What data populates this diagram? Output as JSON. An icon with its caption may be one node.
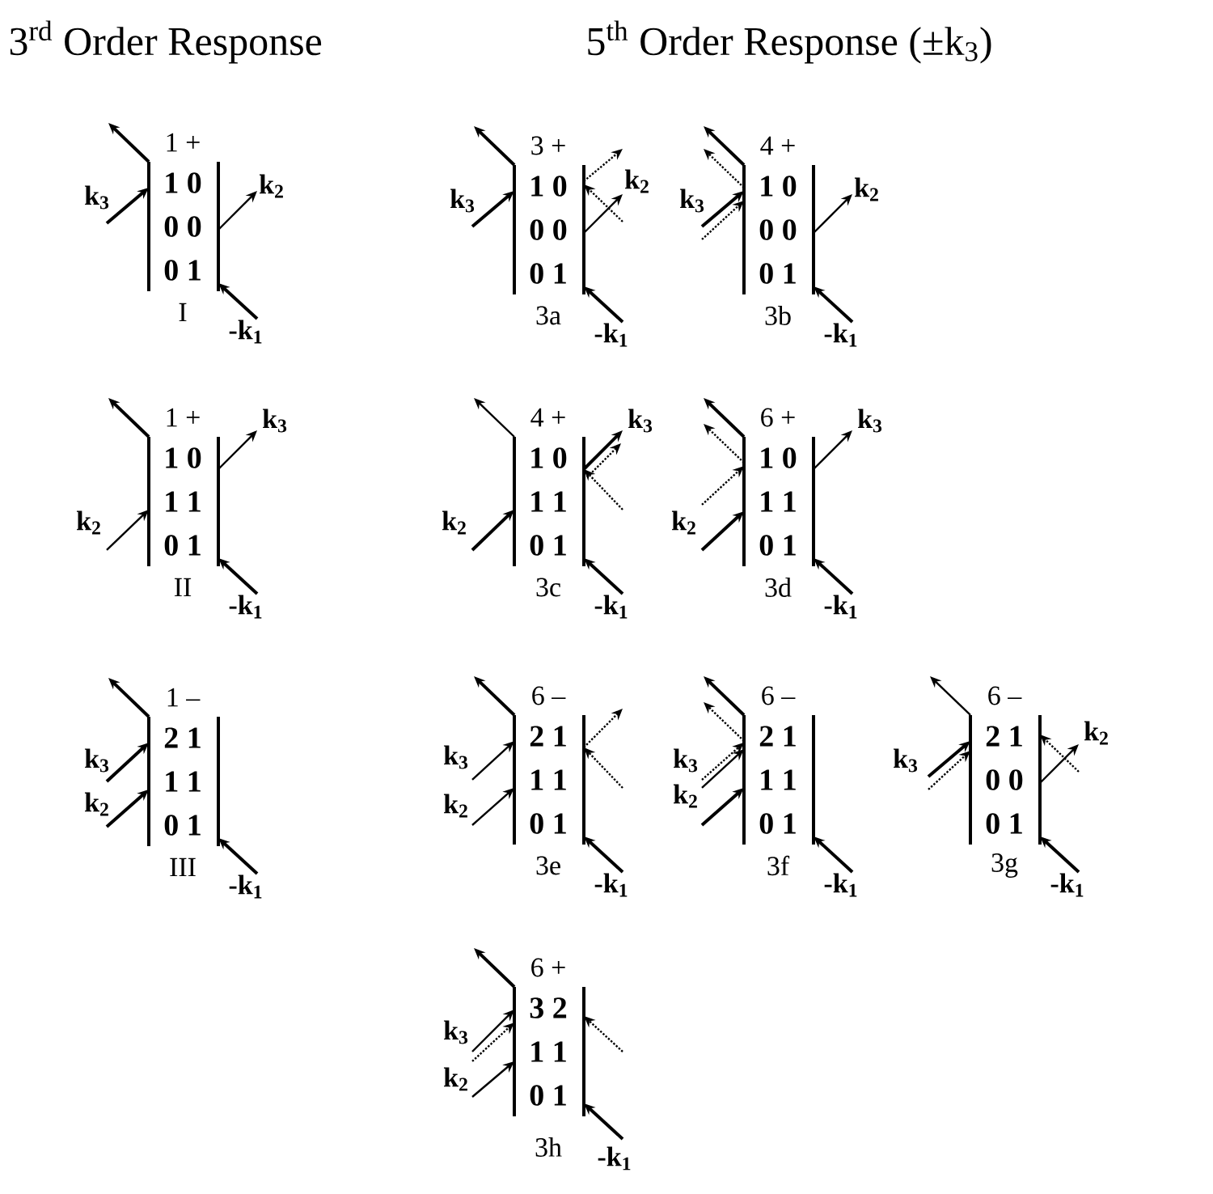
{
  "diagram": {
    "labels": [
      "3$^{rd}$ Order Response",
      "5$^{th}$ Order Response (±k$_{3}$)",
      "1 +",
      "1 0",
      "0 0",
      "0 1",
      "k$_{3}$",
      "k$_{2}$",
      "I",
      "-k$_{1}$",
      "3 +",
      "1 0",
      "0 0",
      "0 1",
      "k$_{3}$",
      "k$_{2}$",
      "3a",
      "-k$_{1}$",
      "4 +",
      "1 0",
      "0 0",
      "0 1",
      "k$_{3}$",
      "k$_{2}$",
      "3b",
      "-k$_{1}$",
      "1 +",
      "1 0",
      "1 1",
      "0 1",
      "k$_{3}$",
      "k$_{2}$",
      "II",
      "-k$_{1}$",
      "4 +",
      "1 0",
      "1 1",
      "0 1",
      "k$_{3}$",
      "k$_{2}$",
      "3c",
      "-k$_{1}$",
      "6 +",
      "1 0",
      "1 1",
      "0 1",
      "k$_{3}$",
      "k$_{2}$",
      "3d",
      "-k$_{1}$",
      "1 –",
      "2 1",
      "1 1",
      "0 1",
      "k$_{3}$",
      "k$_{2}$",
      "III",
      "-k$_{1}$",
      "6 –",
      "2 1",
      "1 1",
      "0 1",
      "k$_{3}$",
      "k$_{2}$",
      "3e",
      "-k$_{1}$",
      "6 –",
      "2 1",
      "1 1",
      "0 1",
      "k$_{3}$",
      "k$_{2}$",
      "3f",
      "-k$_{1}$",
      "6 –",
      "2 1",
      "0 0",
      "0 1",
      "k$_{3}$",
      "k$_{2}$",
      "3g",
      "-k$_{1}$",
      "6 +",
      "3 2",
      "1 1",
      "0 1",
      "k$_{3}$",
      "k$_{2}$",
      "3h",
      "-k$_{1}$"
    ]
  }
}
